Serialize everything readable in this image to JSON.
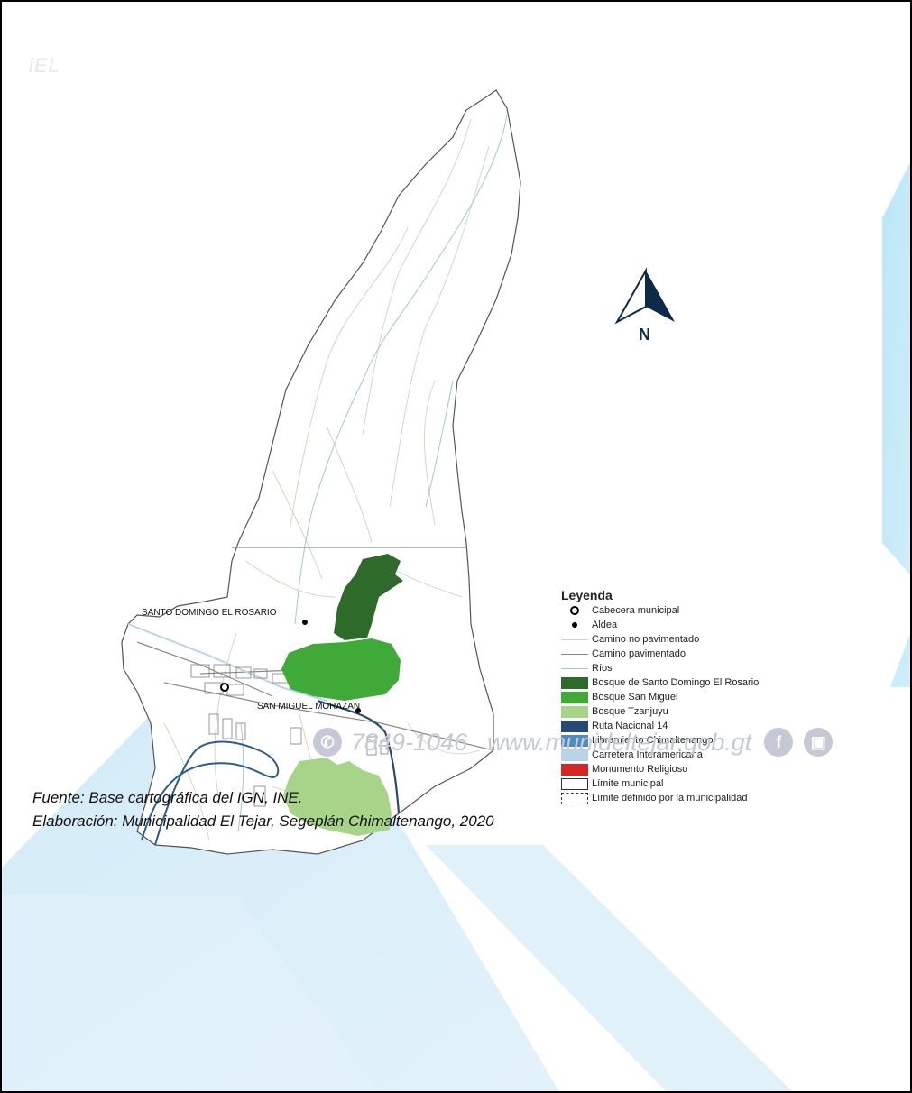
{
  "header_watermark": "iEL",
  "map": {
    "place_labels": {
      "santo_domingo": "SANTO DOMINGO EL ROSARIO",
      "san_miguel": "SAN MIGUEL MORAZAN"
    },
    "north_arrow_label": "N"
  },
  "legend": {
    "title": "Leyenda",
    "items": [
      {
        "label": "Cabecera municipal",
        "symbol": "open-dot-icon",
        "color": "#000000"
      },
      {
        "label": "Aldea",
        "symbol": "filled-dot-icon",
        "color": "#000000"
      },
      {
        "label": "Camino no pavimentado",
        "symbol": "line",
        "color": "#d8d3c8"
      },
      {
        "label": "Camino pavimentado",
        "symbol": "line",
        "color": "#8a8a8a"
      },
      {
        "label": "Ríos",
        "symbol": "line",
        "color": "#9fc7e0"
      },
      {
        "label": "Bosque de Santo Domingo El Rosario",
        "symbol": "fill",
        "color": "#2e6b2a"
      },
      {
        "label": "Bosque San Miguel",
        "symbol": "fill",
        "color": "#3faa38"
      },
      {
        "label": "Bosque Tzanjuyu",
        "symbol": "fill",
        "color": "#a8d48a"
      },
      {
        "label": "Ruta Nacional 14",
        "symbol": "fill",
        "color": "#254a73"
      },
      {
        "label": "Libramiento Chimaltenango",
        "symbol": "fill",
        "color": "#4c8cc3"
      },
      {
        "label": "Carretera Interamericana",
        "symbol": "fill",
        "color": "#b9d4ea"
      },
      {
        "label": "Monumento Religioso",
        "symbol": "fill",
        "color": "#d7261e"
      },
      {
        "label": "Límite municipal",
        "symbol": "box",
        "color": "#333333"
      },
      {
        "label": "Límite definido por la municipalidad",
        "symbol": "dashed-box",
        "color": "#333333"
      }
    ]
  },
  "contact": {
    "phone": "7849-1046",
    "website": "www.munideltejar.gob.gt",
    "phone_icon": "phone-icon",
    "facebook_icon": "facebook-icon",
    "instagram_icon": "instagram-icon"
  },
  "source": {
    "line1": "Fuente: Base cartográfica del IGN, INE.",
    "line2": "Elaboración: Municipalidad El Tejar, Segeplán Chimaltenango, 2020"
  },
  "colors": {
    "accent_light_blue": "#bfe6f7",
    "accent_cyan": "#a9ddf3"
  }
}
